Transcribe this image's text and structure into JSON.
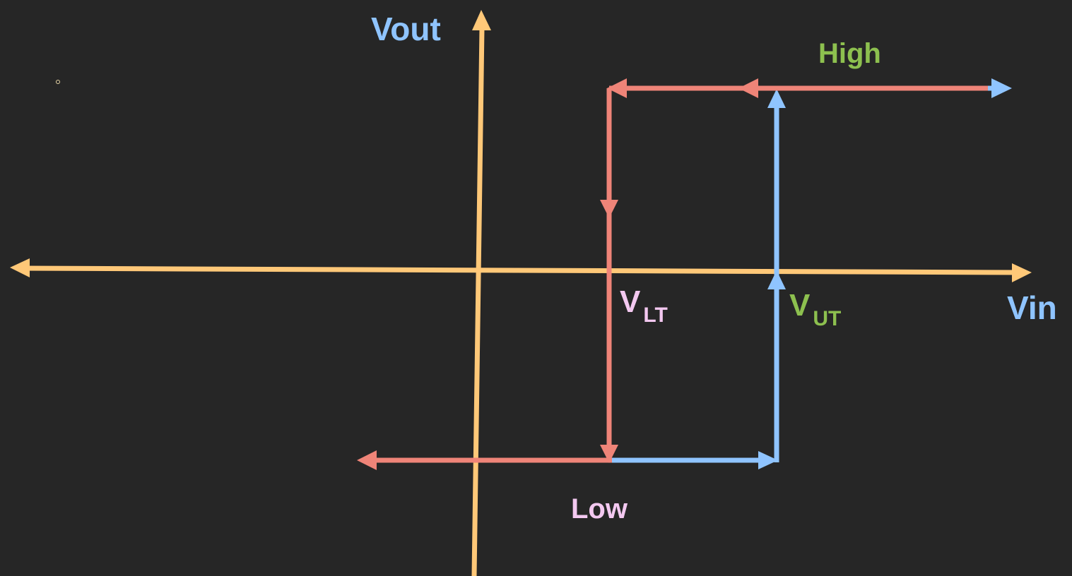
{
  "labels": {
    "vertical_axis": "Vout",
    "horizontal_axis": "Vin",
    "high_level": "High",
    "low_level": "Low",
    "lower_threshold": {
      "main": "V",
      "sub": "LT"
    },
    "upper_threshold": {
      "main": "V",
      "sub": "UT"
    }
  },
  "colors": {
    "background": "#262626",
    "axes": "#ffc878",
    "decreasing_path": "#ef8478",
    "increasing_path": "#8fc4ff",
    "high_label": "#8dc04f",
    "low_label": "#f3c8f0",
    "axis_label": "#8fc4ff",
    "vlt_label": "#f3c8f0",
    "vut_label": "#8dc04f"
  }
}
